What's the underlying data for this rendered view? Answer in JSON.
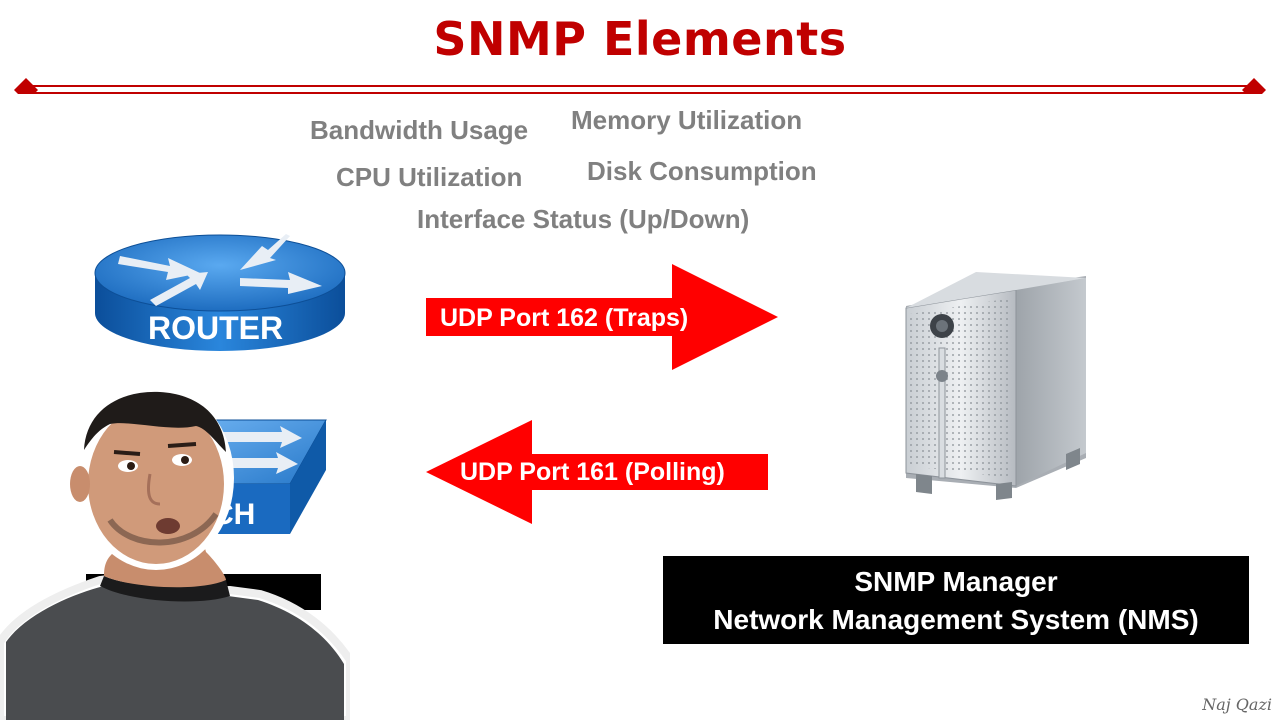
{
  "title": "SNMP Elements",
  "metrics": {
    "bandwidth": "Bandwidth Usage",
    "memory": "Memory Utilization",
    "cpu": "CPU Utilization",
    "disk": "Disk Consumption",
    "interface": "Interface Status (Up/Down)"
  },
  "ports": {
    "traps": "UDP Port 162 (Traps)",
    "polling": "UDP Port 161 (Polling)"
  },
  "devices": {
    "router": "ROUTER",
    "switch_partial": "CH"
  },
  "manager": {
    "line1": "SNMP Manager",
    "line2": "Network Management System (NMS)"
  },
  "signature": "Naj Qazi",
  "colors": {
    "accent_red": "#c00000",
    "arrow_red": "#ff0000",
    "metric_gray": "#808080",
    "router_blue": "#1f6fc2"
  }
}
